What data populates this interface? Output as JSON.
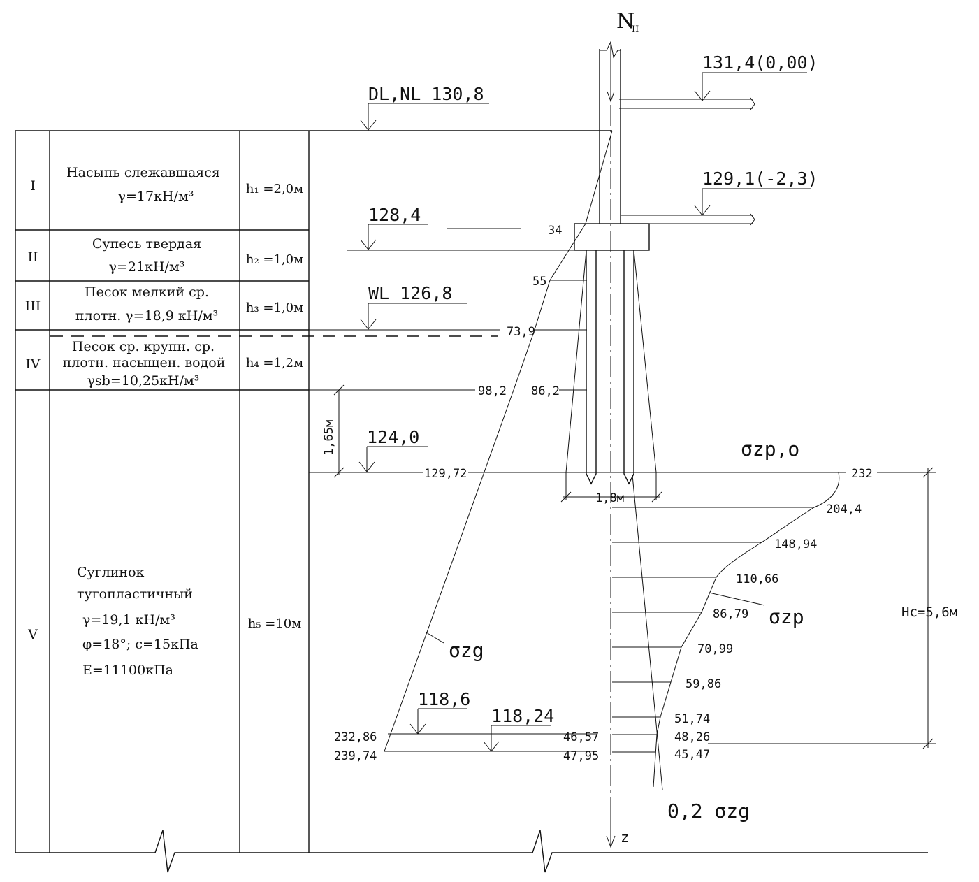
{
  "top_load": "N",
  "top_load_sub": "II",
  "axis_z": "z",
  "levels": {
    "ground": "DL,NL 130,8",
    "floor": "131,4(0,00)",
    "basement": "129,1(-2,3)",
    "grillage": "128,4",
    "water": "WL 126,8",
    "pile_tip": "124,0",
    "lower_bound_1": "118,6",
    "lower_bound_2": "118,24"
  },
  "layers": [
    {
      "id": "I",
      "line1": "Насыпь слежавшаяся",
      "line2": "γ=17кН/м³",
      "line3": "",
      "h": "h₁ =2,0м"
    },
    {
      "id": "II",
      "line1": "Супесь твердая",
      "line2": "γ=21кН/м³",
      "line3": "",
      "h": "h₂ =1,0м"
    },
    {
      "id": "III",
      "line1": "Песок мелкий ср.",
      "line2": "плотн. γ=18,9 кН/м³",
      "line3": "",
      "h": "h₃ =1,0м"
    },
    {
      "id": "IV",
      "line1": "Песок ср. крупн. ср.",
      "line2": "плотн. насыщен. водой",
      "line3": "γsb=10,25кН/м³",
      "h": "h₄ =1,2м"
    },
    {
      "id": "V",
      "line1": "Суглинок",
      "line2": "тугопластичный",
      "line3": "γ=19,1 кН/м³",
      "line4": "φ=18°; c=15кПа",
      "line5": "E=11100кПа",
      "h": "h₅ =10м"
    }
  ],
  "dimensions": {
    "tip_depth": "1,65м",
    "width": "1,8м",
    "hc": "Hc=5,6м"
  },
  "szg_values": [
    "34",
    "55",
    "73,9",
    "86,2",
    "98,2",
    "129,72",
    "232,86",
    "239,74"
  ],
  "szg_02_values": [
    "46,57",
    "47,95"
  ],
  "szp_values": [
    "232",
    "204,4",
    "148,94",
    "110,66",
    "86,79",
    "70,99",
    "59,86",
    "51,74",
    "48,26",
    "45,47"
  ],
  "labels": {
    "szg": "σzg",
    "szp": "σzp",
    "szp0": "σzp,o",
    "szg02": "0,2 σzg"
  },
  "chart_data": {
    "type": "diagram",
    "sigma_zg": [
      34,
      55,
      73.9,
      86.2,
      98.2,
      129.72,
      232.86,
      239.74
    ],
    "sigma_zp": [
      232,
      204.4,
      148.94,
      110.66,
      86.79,
      70.99,
      59.86,
      51.74,
      48.26,
      45.47
    ],
    "point_2_sigma_zg": [
      46.57,
      47.95
    ]
  }
}
